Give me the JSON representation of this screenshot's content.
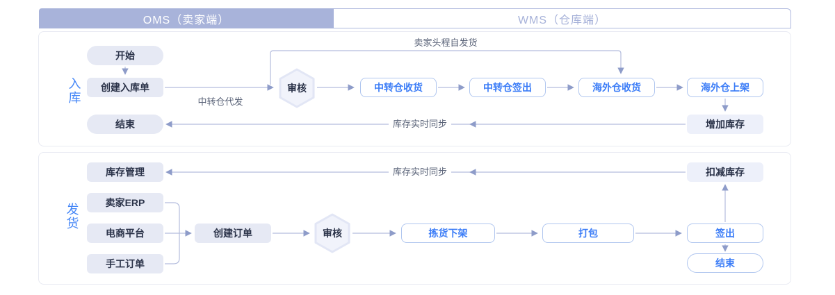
{
  "header": {
    "oms": "OMS（卖家端）",
    "wms": "WMS（仓库端）"
  },
  "inbound": {
    "section_label": "入库",
    "nodes": {
      "start": "开始",
      "create_inbound_order": "创建入库单",
      "end": "结束",
      "review": "审核",
      "transit_receive": "中转仓收货",
      "transit_checkout": "中转仓签出",
      "overseas_receive": "海外仓收货",
      "overseas_shelve": "海外仓上架",
      "increase_stock": "增加库存"
    },
    "edge_labels": {
      "transit_dropship": "中转仓代发",
      "seller_first_leg": "卖家头程自发货",
      "stock_sync": "库存实时同步"
    }
  },
  "outbound": {
    "section_label": "发货",
    "nodes": {
      "inventory_management": "库存管理",
      "seller_erp": "卖家ERP",
      "ecommerce_platform": "电商平台",
      "manual_order": "手工订单",
      "create_order": "创建订单",
      "review": "审核",
      "pick_unshelve": "拣货下架",
      "pack": "打包",
      "sign_out": "签出",
      "deduct_stock": "扣减库存",
      "end": "结束"
    },
    "edge_labels": {
      "stock_sync": "库存实时同步"
    }
  },
  "colors": {
    "header_fill": "#a8b3da",
    "header_text": "#ffffff",
    "wms_text": "#a7b2d9",
    "panel_border": "#e8eaf2",
    "gray_node_fill": "#e6e9f4",
    "node_text_dark": "#2b3349",
    "lavender_node_fill": "#edf0fa",
    "blue_node_border": "#b0c6ef",
    "blue_node_text": "#3c7df7",
    "line": "#b3bcdd",
    "arrowhead": "#8e9cc9",
    "edge_label_text": "#5a6378",
    "section_label_text": "#4486f7"
  }
}
